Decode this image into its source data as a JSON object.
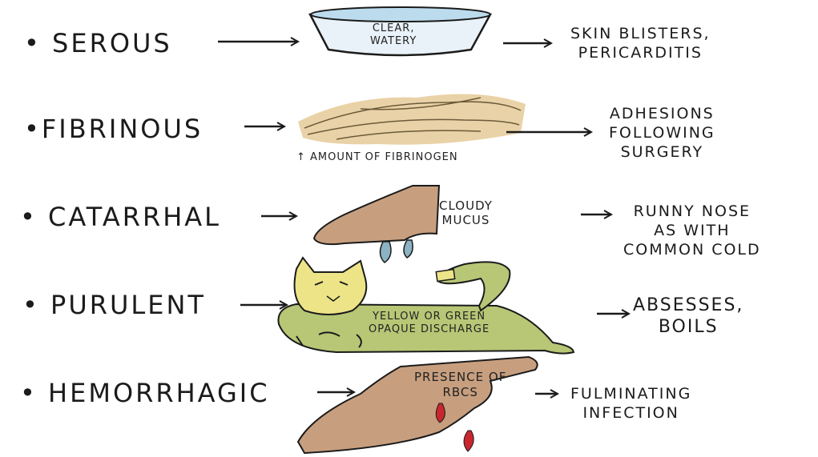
{
  "rows": [
    {
      "type": "• SEROUS",
      "inside": [
        "CLEAR,",
        "WATERY"
      ],
      "result": [
        "SKIN BLISTERS,",
        "PERICARDITIS"
      ],
      "icon": "water-bowl-icon"
    },
    {
      "type": "•FIBRINOUS",
      "inside": [
        "↑ AMOUNT OF FIBRINOGEN"
      ],
      "result": [
        "ADHESIONS",
        "FOLLOWING",
        "SURGERY"
      ],
      "icon": "fibrin-strands-icon"
    },
    {
      "type": "• CATARRHAL",
      "inside": [
        "CLOUDY",
        "MUCUS"
      ],
      "result": [
        "RUNNY NOSE",
        "AS WITH",
        "COMMON COLD"
      ],
      "icon": "nose-drip-icon"
    },
    {
      "type": "• PURULENT",
      "inside": [
        "YELLOW OR GREEN",
        "OPAQUE DISCHARGE"
      ],
      "result": [
        "ABSESSES,",
        "BOILS"
      ],
      "icon": "cat-icon"
    },
    {
      "type": "• HEMORRHAGIC",
      "inside": [
        "PRESENCE OF",
        "RBCs"
      ],
      "result": [
        "FULMINATING",
        "INFECTION"
      ],
      "icon": "bleeding-hand-icon"
    }
  ],
  "colors": {
    "ink": "#1b1b1b",
    "water": "#bcdcee",
    "bowl": "#e8f2f8",
    "fibrin": "#e9d2a7",
    "skin": "#c79f7f",
    "mucus": "#8cb3c4",
    "cat_body": "#b7c776",
    "cat_head": "#ede488",
    "blood": "#c8272e"
  }
}
